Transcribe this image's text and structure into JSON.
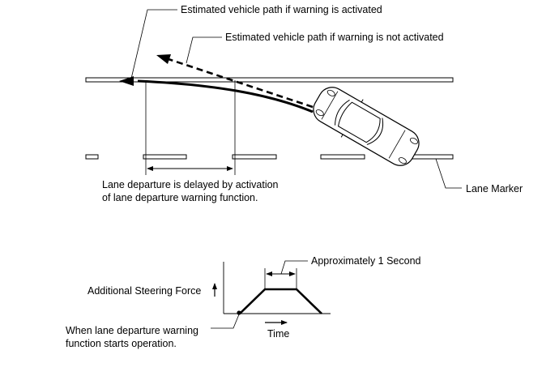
{
  "labels": {
    "path_warning_activated": "Estimated vehicle path if warning is activated",
    "path_warning_not_activated": "Estimated vehicle path if warning is not activated",
    "lane_departure_delay_line1": "Lane departure is delayed by activation",
    "lane_departure_delay_line2": "of lane departure warning function.",
    "lane_marker": "Lane Marker",
    "approx_duration": "Approximately 1 Second",
    "steering_force_axis": "Additional Steering Force",
    "time_axis": "Time",
    "operation_start_line1": "When lane departure warning",
    "operation_start_line2": "function starts operation."
  },
  "colors": {
    "line": "#000000",
    "background": "#ffffff"
  }
}
